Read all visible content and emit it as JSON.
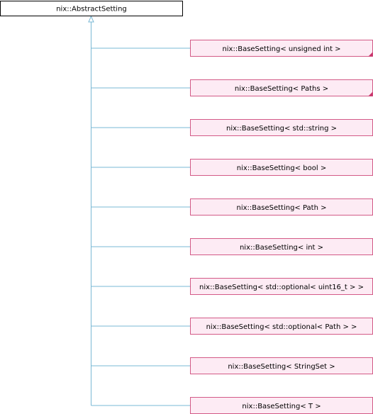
{
  "base_class": {
    "label": "nix::AbstractSetting"
  },
  "derived_classes": [
    {
      "label": "nix::BaseSetting< unsigned int >",
      "has_corner_marker": true
    },
    {
      "label": "nix::BaseSetting< Paths >",
      "has_corner_marker": true
    },
    {
      "label": "nix::BaseSetting< std::string >",
      "has_corner_marker": false
    },
    {
      "label": "nix::BaseSetting< bool >",
      "has_corner_marker": false
    },
    {
      "label": "nix::BaseSetting< Path >",
      "has_corner_marker": false
    },
    {
      "label": "nix::BaseSetting< int >",
      "has_corner_marker": false
    },
    {
      "label": "nix::BaseSetting< std::optional< uint16_t > >",
      "has_corner_marker": false
    },
    {
      "label": "nix::BaseSetting< std::optional< Path > >",
      "has_corner_marker": false
    },
    {
      "label": "nix::BaseSetting< StringSet >",
      "has_corner_marker": false
    },
    {
      "label": "nix::BaseSetting< T >",
      "has_corner_marker": false
    }
  ],
  "colors": {
    "base_fill": "#ffffff",
    "base_stroke": "#000000",
    "derived_fill": "#fdebf4",
    "derived_stroke": "#c9346b",
    "edge": "#7ab8d4",
    "corner_marker": "#c9346b"
  }
}
